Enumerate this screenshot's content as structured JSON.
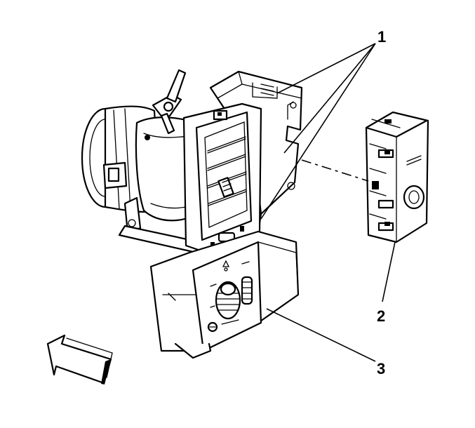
{
  "callouts": {
    "c1": "1",
    "c2": "2",
    "c3": "3"
  },
  "icons": {
    "direction_arrow": "forward-arrow-icon"
  },
  "colors": {
    "ink": "#000000",
    "paper": "#ffffff"
  }
}
